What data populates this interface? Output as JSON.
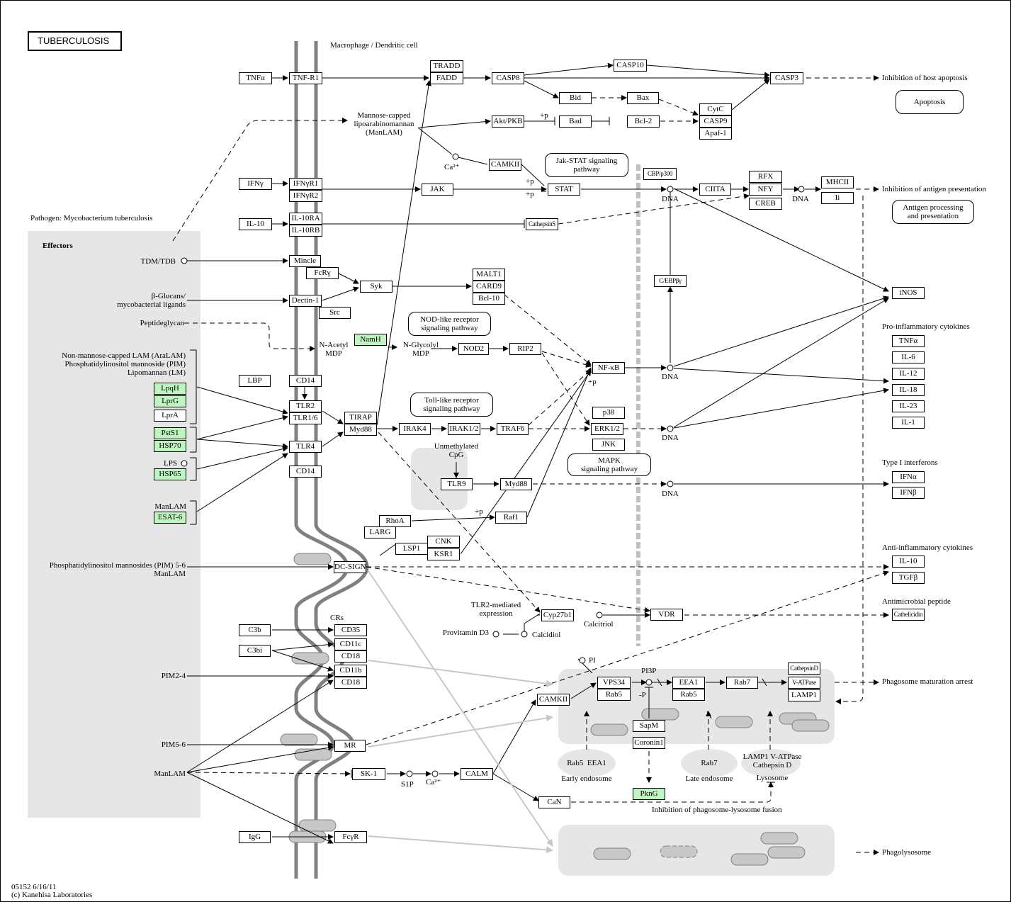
{
  "title": "TUBERCULOSIS",
  "cell_label": "Macrophage / Dendritic cell",
  "pathogen_label": "Pathogen: Mycobacterium tuberculosis",
  "effectors_label": "Effectors",
  "footer": [
    "05152 6/16/11",
    "(c) Kanehisa Laboratories"
  ],
  "colors": {
    "highlight": "#bff5bf",
    "panel": "#e6e6e6",
    "membrane": "#808080",
    "vesicle": "#c8c8c8"
  },
  "nodes": [
    {
      "id": "tnfa_l",
      "t": "TNFα"
    },
    {
      "id": "tnfr1",
      "t": "TNF-R1"
    },
    {
      "id": "tradd",
      "t": "TRADD"
    },
    {
      "id": "fadd",
      "t": "FADD"
    },
    {
      "id": "casp8",
      "t": "CASP8"
    },
    {
      "id": "casp10",
      "t": "CASP10"
    },
    {
      "id": "casp3",
      "t": "CASP3"
    },
    {
      "id": "bid",
      "t": "Bid"
    },
    {
      "id": "bax",
      "t": "Bax"
    },
    {
      "id": "cytc",
      "t": "CytC"
    },
    {
      "id": "casp9",
      "t": "CASP9"
    },
    {
      "id": "apaf1",
      "t": "Apaf-1"
    },
    {
      "id": "aktpkb",
      "t": "Akt/PKB"
    },
    {
      "id": "bad",
      "t": "Bad"
    },
    {
      "id": "bcl2",
      "t": "Bcl-2"
    },
    {
      "id": "camkii_a",
      "t": "CAMKII"
    },
    {
      "id": "ifng",
      "t": "IFNγ"
    },
    {
      "id": "ifngr1",
      "t": "IFNγR1"
    },
    {
      "id": "ifngr2",
      "t": "IFNγR2"
    },
    {
      "id": "jak",
      "t": "JAK"
    },
    {
      "id": "stat",
      "t": "STAT"
    },
    {
      "id": "cbp",
      "t": "CBP/p300"
    },
    {
      "id": "ciita",
      "t": "CIITA"
    },
    {
      "id": "rfx",
      "t": "RFX"
    },
    {
      "id": "nfy",
      "t": "NFY"
    },
    {
      "id": "creb",
      "t": "CREB"
    },
    {
      "id": "mhcii",
      "t": "MHCII"
    },
    {
      "id": "ii",
      "t": "Ii"
    },
    {
      "id": "il10_l",
      "t": "IL-10"
    },
    {
      "id": "il10ra",
      "t": "IL-10RA"
    },
    {
      "id": "il10rb",
      "t": "IL-10RB"
    },
    {
      "id": "catS",
      "t": "CathepsinS"
    },
    {
      "id": "mincle",
      "t": "Mincle"
    },
    {
      "id": "fcrg",
      "t": "FcRγ"
    },
    {
      "id": "syk",
      "t": "Syk"
    },
    {
      "id": "malt1",
      "t": "MALT1"
    },
    {
      "id": "card9",
      "t": "CARD9"
    },
    {
      "id": "bcl10",
      "t": "Bcl-10"
    },
    {
      "id": "dectin",
      "t": "Dectin-1"
    },
    {
      "id": "src",
      "t": "Src"
    },
    {
      "id": "cebp",
      "t": "C/EBPβγ"
    },
    {
      "id": "inos",
      "t": "iNOS"
    },
    {
      "id": "namh",
      "t": "NamH"
    },
    {
      "id": "nod2",
      "t": "NOD2"
    },
    {
      "id": "rip2",
      "t": "RIP2"
    },
    {
      "id": "nfkb",
      "t": "NF-κB"
    },
    {
      "id": "lbp",
      "t": "LBP"
    },
    {
      "id": "cd14a",
      "t": "CD14"
    },
    {
      "id": "tlr2",
      "t": "TLR2"
    },
    {
      "id": "tlr16",
      "t": "TLR1/6"
    },
    {
      "id": "tirap",
      "t": "TIRAP"
    },
    {
      "id": "myd88a",
      "t": "Myd88"
    },
    {
      "id": "irak4",
      "t": "IRAK4"
    },
    {
      "id": "irak12",
      "t": "IRAK1/2"
    },
    {
      "id": "traf6",
      "t": "TRAF6"
    },
    {
      "id": "p38",
      "t": "p38"
    },
    {
      "id": "erk",
      "t": "ERK1/2"
    },
    {
      "id": "jnk",
      "t": "JNK"
    },
    {
      "id": "tlr4",
      "t": "TLR4"
    },
    {
      "id": "cd14b",
      "t": "CD14"
    },
    {
      "id": "tlr9",
      "t": "TLR9"
    },
    {
      "id": "myd88b",
      "t": "Myd88"
    },
    {
      "id": "lpqh",
      "t": "LpqH"
    },
    {
      "id": "lprg",
      "t": "LprG"
    },
    {
      "id": "lpra",
      "t": "LprA"
    },
    {
      "id": "psts1",
      "t": "PstS1"
    },
    {
      "id": "hsp70",
      "t": "HSP70"
    },
    {
      "id": "hsp65",
      "t": "HSP65"
    },
    {
      "id": "esat6",
      "t": "ESAT-6"
    },
    {
      "id": "rhoa",
      "t": "RhoA"
    },
    {
      "id": "larg",
      "t": "LARG"
    },
    {
      "id": "raf1",
      "t": "Raf1"
    },
    {
      "id": "lsp1",
      "t": "LSP1"
    },
    {
      "id": "cnk",
      "t": "CNK"
    },
    {
      "id": "ksr1",
      "t": "KSR1"
    },
    {
      "id": "dcsign",
      "t": "DC-SIGN"
    },
    {
      "id": "cyp",
      "t": "Cyp27b1"
    },
    {
      "id": "vdr",
      "t": "VDR"
    },
    {
      "id": "c3b",
      "t": "C3b"
    },
    {
      "id": "c3bi",
      "t": "C3bi"
    },
    {
      "id": "cd35",
      "t": "CD35"
    },
    {
      "id": "cd11c",
      "t": "CD11c"
    },
    {
      "id": "cd18a",
      "t": "CD18"
    },
    {
      "id": "cd11b",
      "t": "CD11b"
    },
    {
      "id": "cd18b",
      "t": "CD18"
    },
    {
      "id": "mr",
      "t": "MR"
    },
    {
      "id": "sk1",
      "t": "SK-1"
    },
    {
      "id": "calm",
      "t": "CALM"
    },
    {
      "id": "can",
      "t": "CaN"
    },
    {
      "id": "camkii_b",
      "t": "CAMKII"
    },
    {
      "id": "vps34",
      "t": "VPS34"
    },
    {
      "id": "rab5",
      "t": "Rab5"
    },
    {
      "id": "eea1",
      "t": "EEA1"
    },
    {
      "id": "rab5b",
      "t": "Rab5"
    },
    {
      "id": "rab7",
      "t": "Rab7"
    },
    {
      "id": "catD",
      "t": "CathepsinD"
    },
    {
      "id": "vatp",
      "t": "V-ATPase"
    },
    {
      "id": "lamp1",
      "t": "LAMP1"
    },
    {
      "id": "sapm",
      "t": "SapM"
    },
    {
      "id": "coronin",
      "t": "Coronin1"
    },
    {
      "id": "pkng",
      "t": "PknG"
    },
    {
      "id": "igg",
      "t": "IgG"
    },
    {
      "id": "fcgr",
      "t": "FcγR"
    },
    {
      "id": "tnfa_o",
      "t": "TNFα"
    },
    {
      "id": "il6",
      "t": "IL-6"
    },
    {
      "id": "il12",
      "t": "IL-12"
    },
    {
      "id": "il18",
      "t": "IL-18"
    },
    {
      "id": "il23",
      "t": "IL-23"
    },
    {
      "id": "il1",
      "t": "IL-1"
    },
    {
      "id": "ifna",
      "t": "IFNα"
    },
    {
      "id": "ifnb",
      "t": "IFNβ"
    },
    {
      "id": "il10_o",
      "t": "IL-10"
    },
    {
      "id": "tgfb",
      "t": "TGFβ"
    },
    {
      "id": "cathel",
      "t": "Cathelicidin"
    }
  ],
  "labels": [
    {
      "id": "l_manlam_top",
      "t": "Mannose-capped\nlipoarabinomannan\n(ManLAM)"
    },
    {
      "id": "l_ca1",
      "t": "Ca²⁺"
    },
    {
      "id": "l_p1",
      "t": "+p"
    },
    {
      "id": "l_p2",
      "t": "+p"
    },
    {
      "id": "l_p3",
      "t": "+p"
    },
    {
      "id": "l_dna1",
      "t": "DNA"
    },
    {
      "id": "l_dna2",
      "t": "DNA"
    },
    {
      "id": "l_dna3",
      "t": "DNA"
    },
    {
      "id": "l_dna4",
      "t": "DNA"
    },
    {
      "id": "l_dna5",
      "t": "DNA"
    },
    {
      "id": "l_tdm",
      "t": "TDM/TDB"
    },
    {
      "id": "l_bglu",
      "t": "β-Glucans/\nmycobacterial ligands"
    },
    {
      "id": "l_pepg",
      "t": "Peptideglycan"
    },
    {
      "id": "l_nacetyl",
      "t": "N-Acetyl\nMDP"
    },
    {
      "id": "l_nglyc",
      "t": "N-Glycolyl\nMDP"
    },
    {
      "id": "l_p4",
      "t": "+p"
    },
    {
      "id": "l_lam",
      "t": "Non-mannose-capped LAM (AraLAM)\nPhosphatidylinositol mannoside (PIM)\nLipomannan (LM)"
    },
    {
      "id": "l_lps",
      "t": "LPS"
    },
    {
      "id": "l_manlam2",
      "t": "ManLAM"
    },
    {
      "id": "l_unmeth",
      "t": "Unmethylated\nCpG"
    },
    {
      "id": "l_p5",
      "t": "+p"
    },
    {
      "id": "l_pim56",
      "t": "Phosphatidylinositol mannosides (PIM) 5-6\nManLAM"
    },
    {
      "id": "l_tlr2med",
      "t": "TLR2-mediated\nexpression"
    },
    {
      "id": "l_provit",
      "t": "Provitamin D3"
    },
    {
      "id": "l_calcidiol",
      "t": "Calcidiol"
    },
    {
      "id": "l_calcitriol",
      "t": "Calcitriol"
    },
    {
      "id": "l_crs",
      "t": "CRs"
    },
    {
      "id": "l_pim24",
      "t": "PIM2-4"
    },
    {
      "id": "l_pim56b",
      "t": "PIM5-6"
    },
    {
      "id": "l_manlam3",
      "t": "ManLAM"
    },
    {
      "id": "l_s1p",
      "t": "S1P"
    },
    {
      "id": "l_ca2",
      "t": "Ca²⁺"
    },
    {
      "id": "l_pi",
      "t": "PI"
    },
    {
      "id": "l_pi3p",
      "t": "PI3P"
    },
    {
      "id": "l_mp",
      "t": "-P"
    },
    {
      "id": "l_rab5eea1",
      "t": "Rab5  EEA1"
    },
    {
      "id": "l_early",
      "t": "Early endosome"
    },
    {
      "id": "l_rab7b",
      "t": "Rab7"
    },
    {
      "id": "l_late",
      "t": "Late endosome"
    },
    {
      "id": "l_lamp",
      "t": "LAMP1 V-ATPase\nCathepsin D"
    },
    {
      "id": "l_lyso",
      "t": "Lysosome"
    },
    {
      "id": "l_inhfus",
      "t": "Inhibition of phagosome-lysosome fusion"
    },
    {
      "id": "o_apop",
      "t": "Inhibition of host apoptosis"
    },
    {
      "id": "o_antigen",
      "t": "Inhibition of antigen presentation"
    },
    {
      "id": "o_proinf",
      "t": "Pro-inflammatory cytokines"
    },
    {
      "id": "o_typei",
      "t": "Type I interferons"
    },
    {
      "id": "o_antiinf",
      "t": "Anti-inflammatory cytokines"
    },
    {
      "id": "o_antimic",
      "t": "Antimicrobial peptide"
    },
    {
      "id": "o_phago",
      "t": "Phagosome maturation arrest"
    },
    {
      "id": "o_lyso",
      "t": "Phagolysosome"
    }
  ],
  "pathways": [
    {
      "id": "pw_apop",
      "t": "Apoptosis"
    },
    {
      "id": "pw_jak",
      "t": "Jak-STAT signaling\npathway"
    },
    {
      "id": "pw_antigen",
      "t": "Antigen processing\nand presentation"
    },
    {
      "id": "pw_nod",
      "t": "NOD-like receptor\nsignaling pathway"
    },
    {
      "id": "pw_toll",
      "t": "Toll-like receptor\nsignaling pathway"
    },
    {
      "id": "pw_mapk",
      "t": "MAPK\nsignaling pathway"
    }
  ]
}
